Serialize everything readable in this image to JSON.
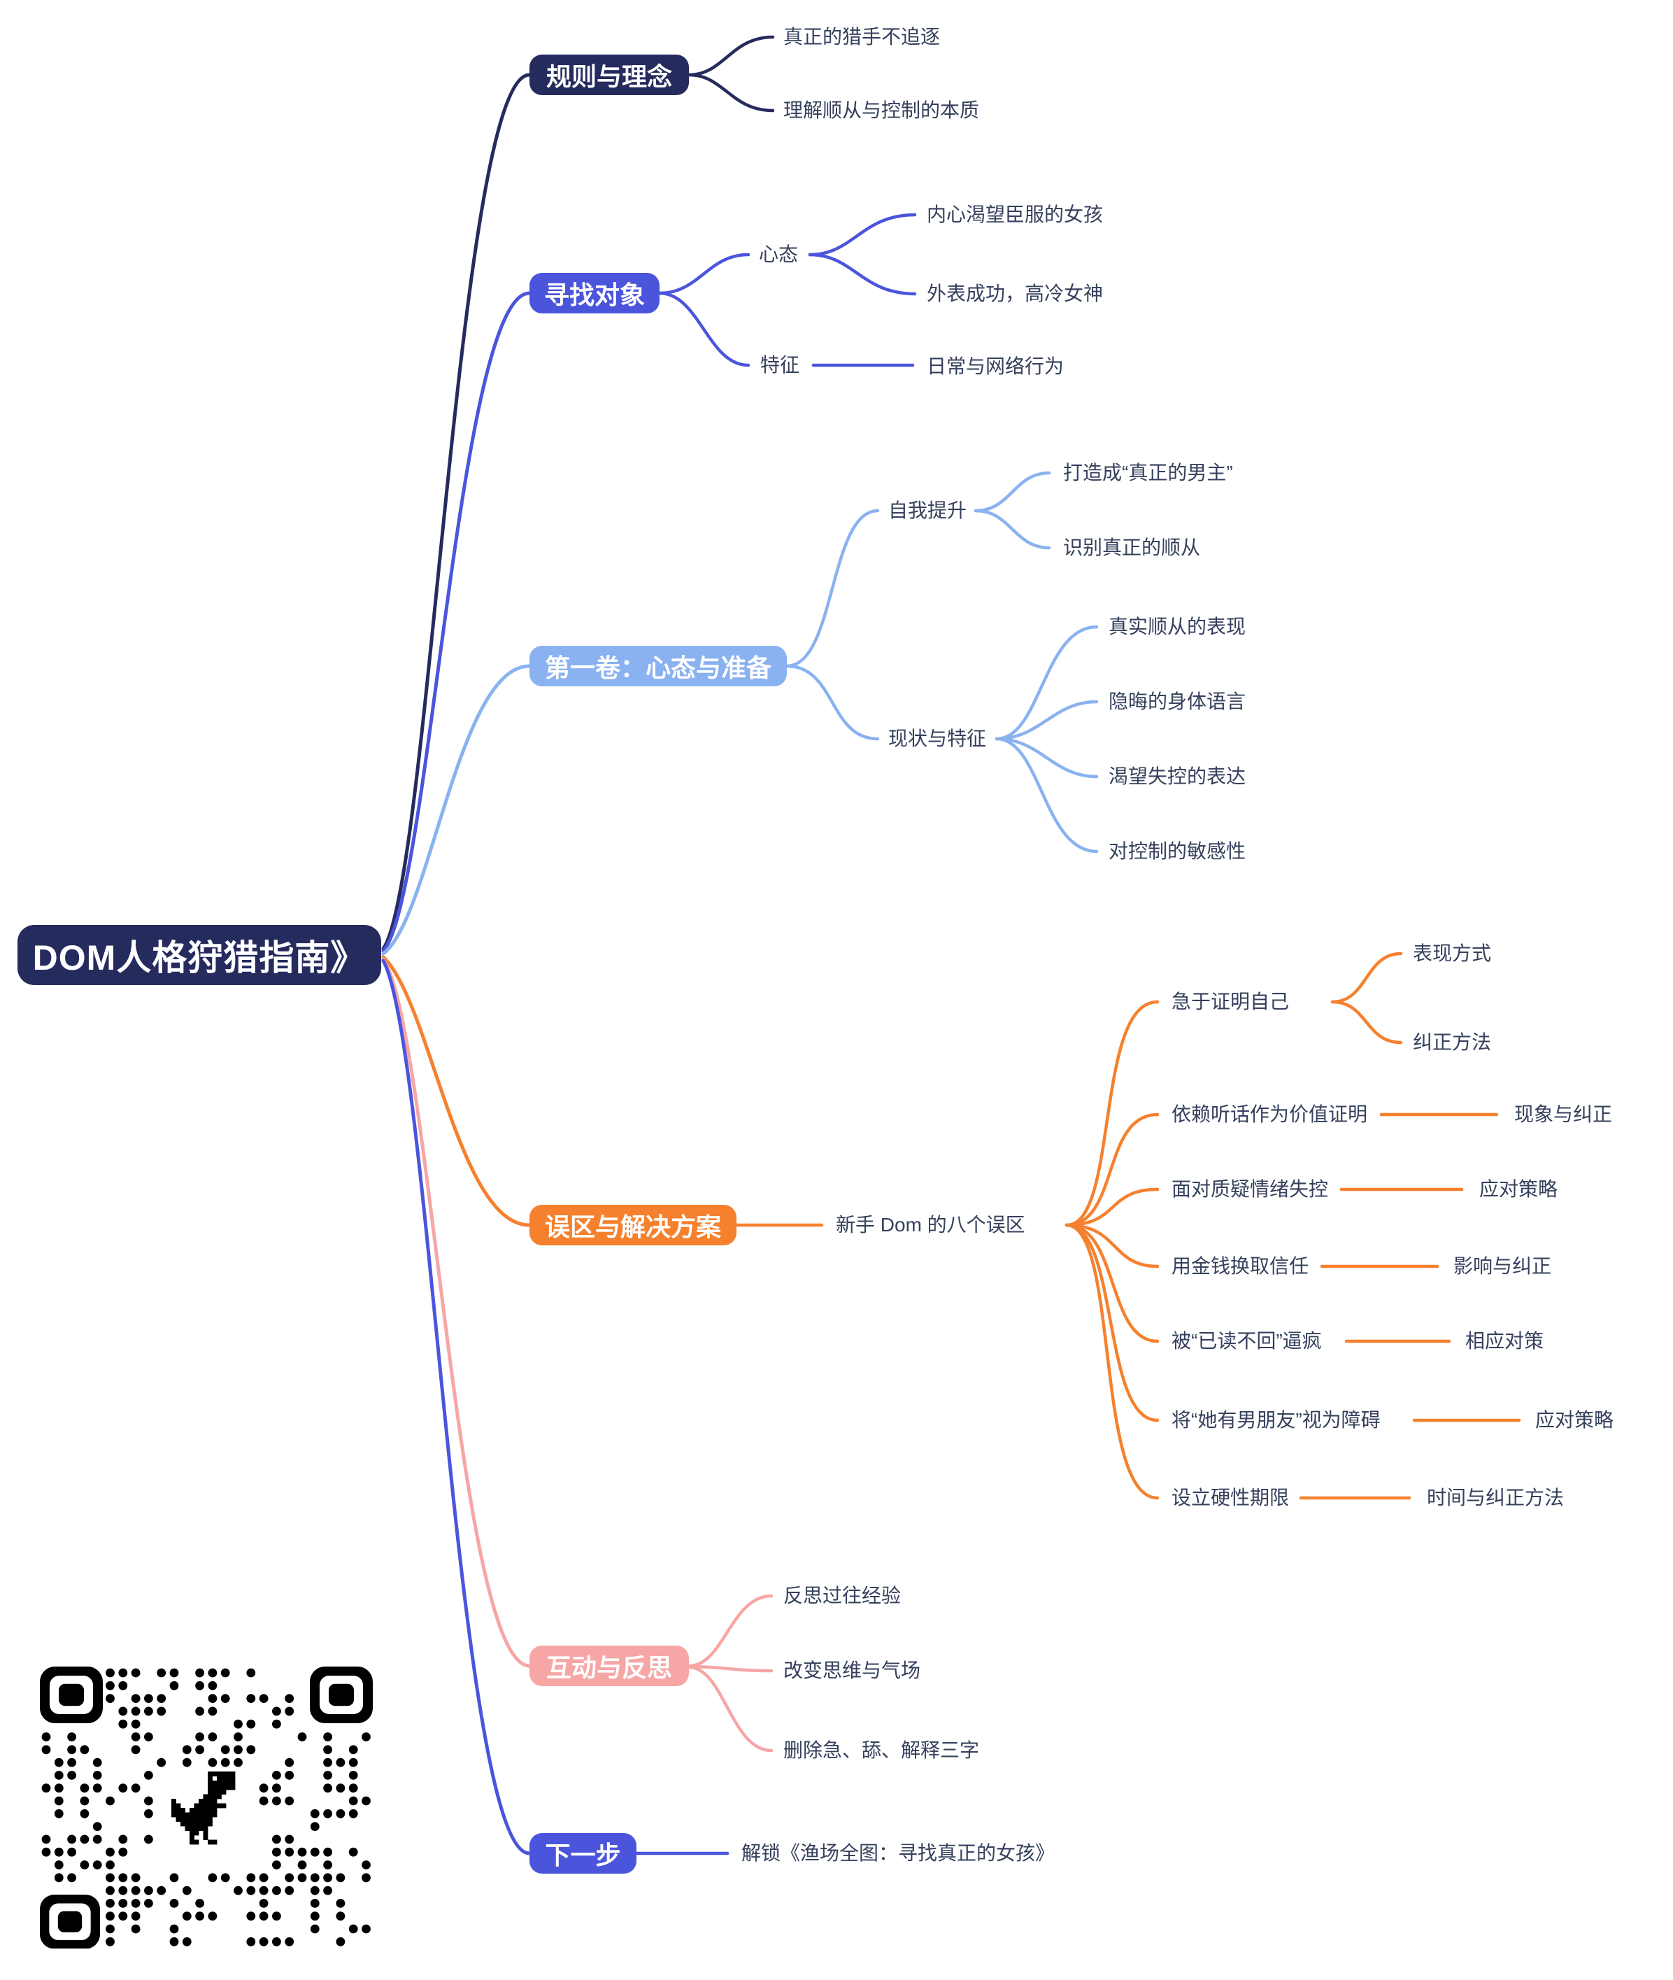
{
  "root": {
    "label": "DOM人格狩猎指南》",
    "color": "#262b5e"
  },
  "colors": {
    "background": "#ffffff",
    "leaf_text": "#35405c"
  },
  "branches": [
    {
      "label": "规则与理念",
      "color": "#262b5e",
      "children": [
        {
          "label": "真正的猎手不追逐"
        },
        {
          "label": "理解顺从与控制的本质"
        }
      ]
    },
    {
      "label": "寻找对象",
      "color": "#4b55dc",
      "children": [
        {
          "label": "心态",
          "children": [
            {
              "label": "内心渴望臣服的女孩"
            },
            {
              "label": "外表成功，高冷女神"
            }
          ]
        },
        {
          "label": "特征",
          "children": [
            {
              "label": "日常与网络行为"
            }
          ]
        }
      ]
    },
    {
      "label": "第一卷：心态与准备",
      "color": "#8ab2f0",
      "children": [
        {
          "label": "自我提升",
          "children": [
            {
              "label": "打造成“真正的男主”"
            },
            {
              "label": "识别真正的顺从"
            }
          ]
        },
        {
          "label": "现状与特征",
          "children": [
            {
              "label": "真实顺从的表现"
            },
            {
              "label": "隐晦的身体语言"
            },
            {
              "label": "渴望失控的表达"
            },
            {
              "label": "对控制的敏感性"
            }
          ]
        }
      ]
    },
    {
      "label": "误区与解决方案",
      "color": "#f5812e",
      "children": [
        {
          "label": "新手 Dom 的八个误区",
          "children": [
            {
              "label": "急于证明自己",
              "children": [
                {
                  "label": "表现方式"
                },
                {
                  "label": "纠正方法"
                }
              ]
            },
            {
              "label": "依赖听话作为价值证明",
              "children": [
                {
                  "label": "现象与纠正"
                }
              ]
            },
            {
              "label": "面对质疑情绪失控",
              "children": [
                {
                  "label": "应对策略"
                }
              ]
            },
            {
              "label": "用金钱换取信任",
              "children": [
                {
                  "label": "影响与纠正"
                }
              ]
            },
            {
              "label": "被“已读不回”逼疯",
              "children": [
                {
                  "label": "相应对策"
                }
              ]
            },
            {
              "label": "将“她有男朋友”视为障碍",
              "children": [
                {
                  "label": "应对策略"
                }
              ]
            },
            {
              "label": "设立硬性期限",
              "children": [
                {
                  "label": "时间与纠正方法"
                }
              ]
            }
          ]
        }
      ]
    },
    {
      "label": "互动与反思",
      "color": "#f7a6a6",
      "children": [
        {
          "label": "反思过往经验"
        },
        {
          "label": "改变思维与气场"
        },
        {
          "label": "删除急、舔、解释三字"
        }
      ]
    },
    {
      "label": "下一步",
      "color": "#4b55dc",
      "children": [
        {
          "label": "解锁《渔场全图：寻找真正的女孩》"
        }
      ]
    }
  ],
  "qr_code": {
    "icon": "qr-code-with-dino-icon",
    "color": "#000000"
  }
}
